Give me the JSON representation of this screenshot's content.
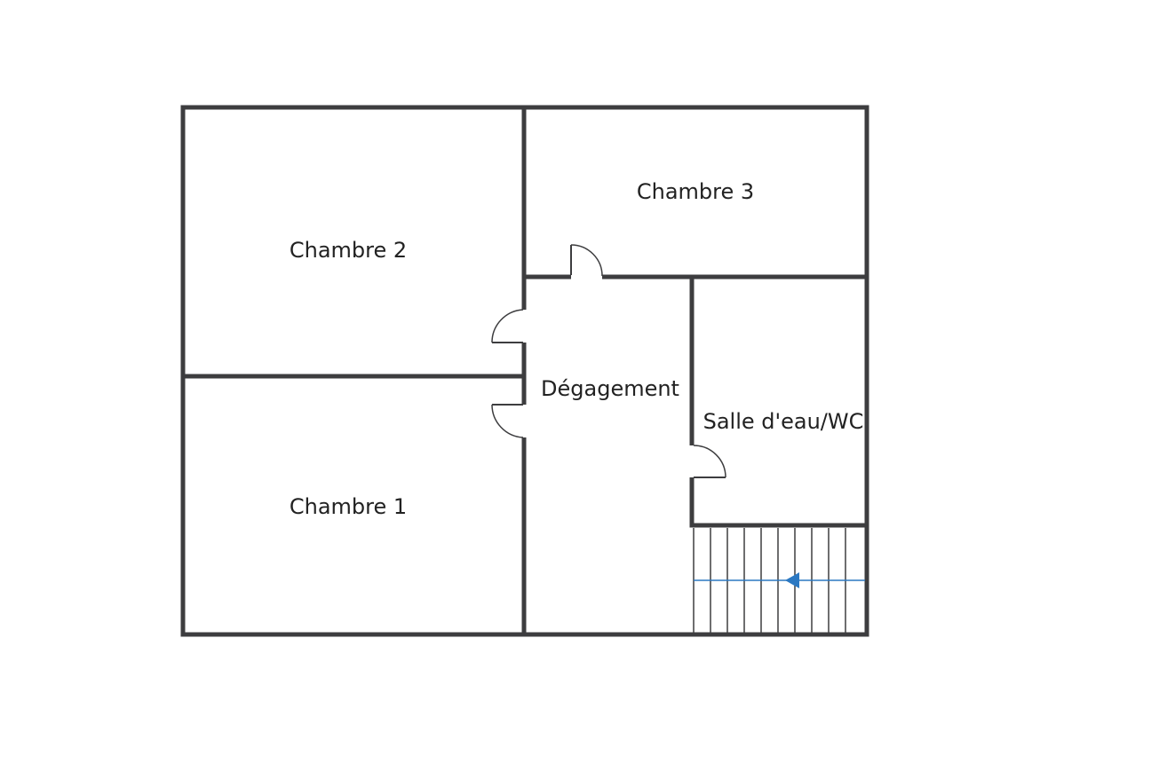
{
  "rooms": {
    "chambre_2": "Chambre 2",
    "chambre_3": "Chambre 3",
    "chambre_1": "Chambre 1",
    "degagement": "Dégagement",
    "salle_eau_wc": "Salle d'eau/WC"
  },
  "colors": {
    "wall": "#3d3d3f",
    "stair_arrow": "#2b78c2",
    "label": "#222222",
    "background": "#ffffff"
  },
  "staircase": {
    "direction": "left"
  }
}
